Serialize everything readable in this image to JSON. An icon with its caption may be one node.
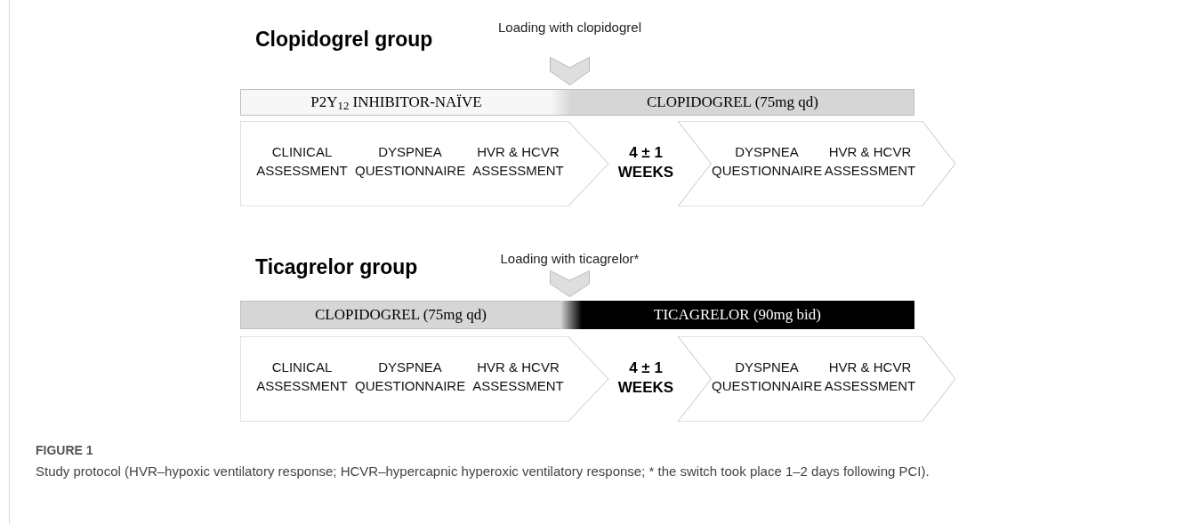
{
  "diagram": {
    "title": "FIGURE 1",
    "caption": "Study protocol (HVR–hypoxic ventilatory response; HCVR–hypercapnic hyperoxic ventilatory response; * the switch took place 1–2 days following PCI).",
    "nodes": [
      {
        "text": [],
        "shape": "chevron",
        "beside": [
          "Loading with clopidogrel"
        ]
      },
      {
        "text": [
          "P2Y$_{12}$ INHIBITOR-NAÏVE"
        ]
      },
      {
        "text": [
          "CLOPIDOGREL (75mg qd)"
        ]
      },
      {
        "text": [
          "CLINICAL ASSESSMENT",
          "DYSPNEA QUESTIONNAIRE",
          "HVR & HCVR ASSESSMENT"
        ]
      },
      {
        "text": [
          "4 ± 1 WEEKS"
        ]
      },
      {
        "text": [
          "DYSPNEA QUESTIONNAIRE",
          "HVR & HCVR ASSESSMENT"
        ]
      },
      {
        "text": [],
        "shape": "chevron",
        "beside": [
          "Loading with ticagrelor*"
        ]
      },
      {
        "text": [
          "CLOPIDOGREL (75mg qd)"
        ]
      },
      {
        "text": [
          "TICAGRELOR (90mg bid)"
        ]
      },
      {
        "text": [
          "CLINICAL ASSESSMENT",
          "DYSPNEA QUESTIONNAIRE",
          "HVR & HCVR ASSESSMENT"
        ]
      },
      {
        "text": [
          "4 ± 1 WEEKS"
        ]
      },
      {
        "text": [
          "DYSPNEA QUESTIONNAIRE",
          "HVR & HCVR ASSESSMENT"
        ]
      }
    ],
    "labels": [
      "Clopidogrel group",
      "Ticagrelor group"
    ]
  }
}
